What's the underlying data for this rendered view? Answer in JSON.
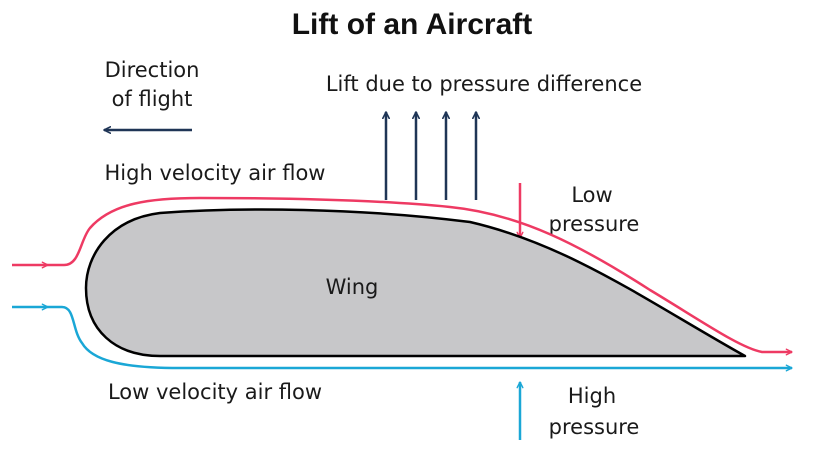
{
  "title": "Lift of an Aircraft",
  "labels": {
    "direction_line1": "Direction",
    "direction_line2": "of flight",
    "lift": "Lift due to pressure difference",
    "high_velocity": "High velocity air flow",
    "low_velocity": "Low velocity air flow",
    "low_pressure_line1": "Low",
    "low_pressure_line2": "pressure",
    "high_pressure_line1": "High",
    "high_pressure_line2": "pressure",
    "wing": "Wing"
  },
  "colors": {
    "upper_flow": "#ee3a63",
    "lower_flow": "#1aa7d6",
    "lift_arrows": "#1f3556",
    "wing_fill": "#c7c7c9",
    "wing_stroke": "#000000",
    "text": "#1a1a1a"
  },
  "icons": {
    "direction": "arrow-left-icon",
    "lift": "arrow-up-icon",
    "low_pressure": "arrow-down-icon",
    "high_pressure": "arrow-up-icon"
  }
}
